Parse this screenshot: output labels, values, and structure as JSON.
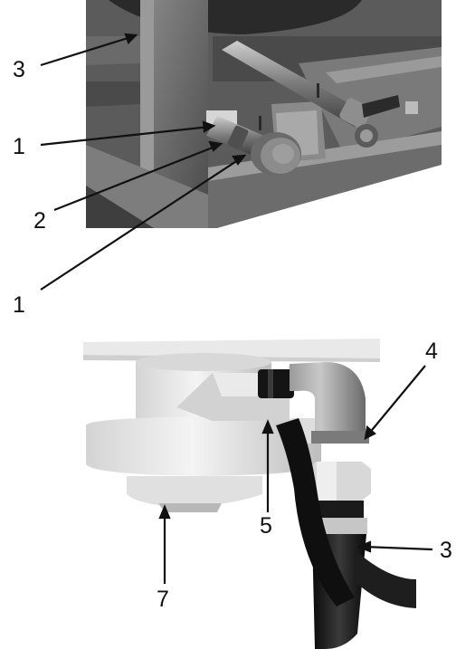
{
  "figure_top": {
    "callouts": [
      {
        "id": "top-3",
        "text": "3"
      },
      {
        "id": "top-1a",
        "text": "1"
      },
      {
        "id": "top-2",
        "text": "2"
      },
      {
        "id": "top-1b",
        "text": "1"
      }
    ]
  },
  "figure_bottom": {
    "callouts": [
      {
        "id": "bot-4",
        "text": "4"
      },
      {
        "id": "bot-5",
        "text": "5"
      },
      {
        "id": "bot-3",
        "text": "3"
      },
      {
        "id": "bot-7",
        "text": "7"
      }
    ]
  },
  "colors": {
    "frame_dark": "#3c3c3c",
    "frame_mid": "#6e6e6e",
    "frame_light": "#a9a9a9",
    "hose_black": "#151515",
    "pipe_grey": "#c9c9c9",
    "drain_light": "#e6e6e6",
    "leader_line": "#111111"
  }
}
